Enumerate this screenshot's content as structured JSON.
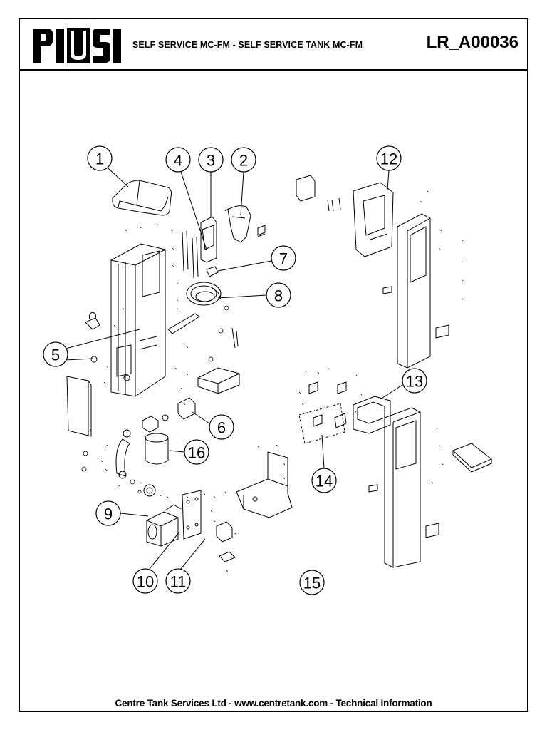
{
  "header": {
    "brand": "PIUSI",
    "subtitle": "SELF SERVICE MC-FM - SELF SERVICE TANK MC-FM",
    "code": "LR_A00036"
  },
  "callouts": [
    "1",
    "2",
    "3",
    "4",
    "5",
    "6",
    "7",
    "8",
    "9",
    "10",
    "11",
    "12",
    "13",
    "14",
    "15",
    "16"
  ],
  "footer": "Centre Tank Services Ltd - www.centretank.com - Technical Information"
}
